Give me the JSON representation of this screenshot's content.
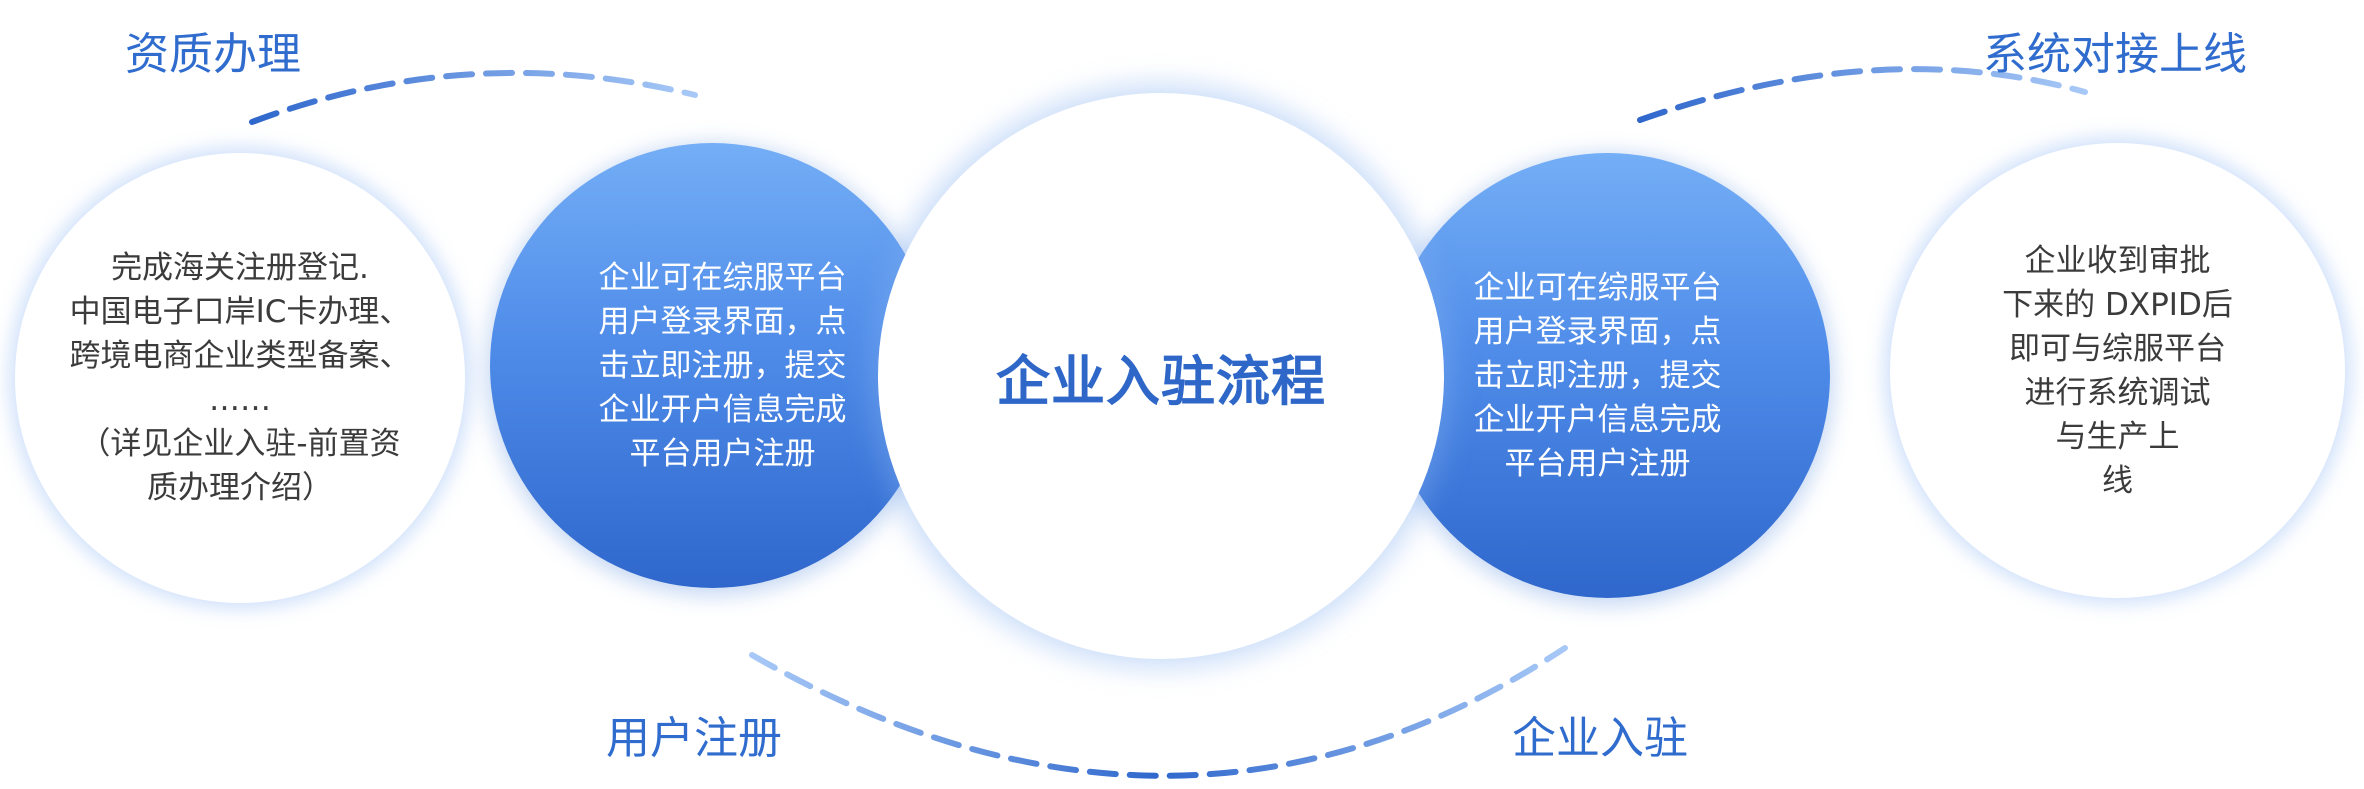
{
  "title": "企业入驻流程",
  "stage_labels": {
    "qualification": "资质办理",
    "registration": "用户注册",
    "onboarding": "企业入驻",
    "system_launch": "系统对接上线"
  },
  "circles": {
    "qualification_text": "完成海关注册登记.\n中国电子口岸IC卡办理、\n跨境电商企业类型备案、\n……\n（详见企业入驻-前置资\n质办理介绍）",
    "registration_text": "企业可在综服平台\n用户登录界面，点\n击立即注册，提交\n企业开户信息完成\n平台用户注册",
    "onboarding_text": "企业可在综服平台\n用户登录界面，点\n击立即注册，提交\n企业开户信息完成\n平台用户注册",
    "launch_text": "企业收到审批\n下来的 DXPID后\n即可与综服平台\n进行系统调试\n与生产上\n线"
  },
  "colors": {
    "accent": "#2f6cce",
    "blue_light": "#74aef6",
    "blue_dark": "#2f67cc",
    "arc_light": "#a8c9f7"
  }
}
